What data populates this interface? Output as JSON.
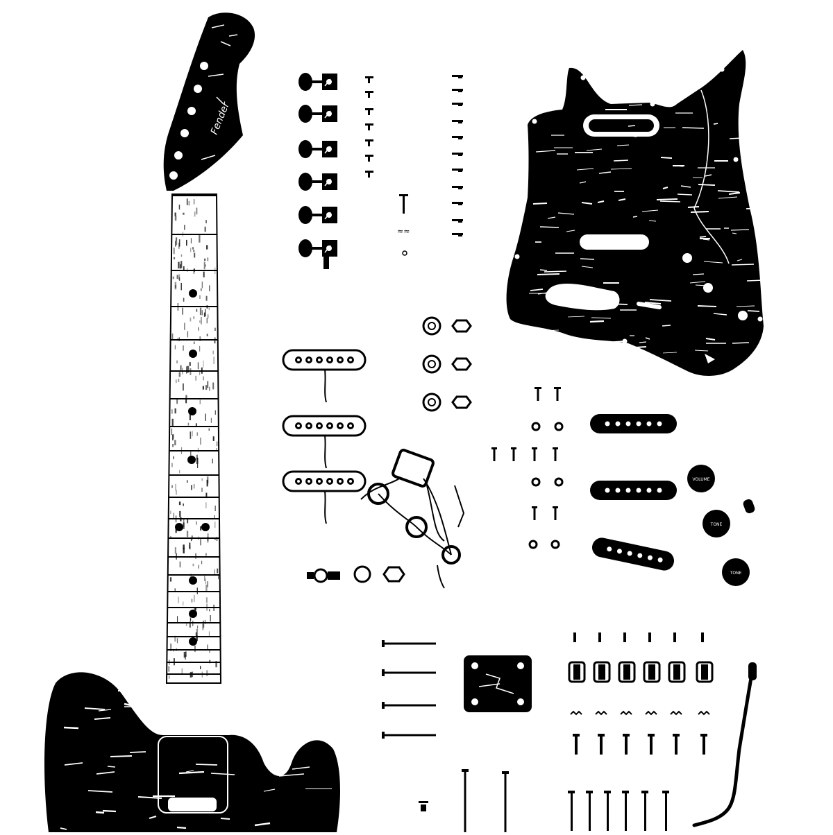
{
  "artwork": {
    "style": "high-contrast black and white distressed print",
    "ink_color": "#000000",
    "paper_color": "#ffffff",
    "headstock_logo_text": "Fender",
    "knob_labels": [
      "VOLUME",
      "TONE",
      "TONE"
    ]
  },
  "parts": {
    "tuner_count": 6,
    "string_tree_screw_count": 12,
    "pickguard_screw_count": 11,
    "pickup_count": 3,
    "pot_nut_count": 6,
    "pickup_cover_count": 3,
    "knob_count": 3,
    "neckplate_screw_count": 4,
    "saddle_count": 6,
    "saddle_spring_count": 6,
    "saddle_screw_count": 6,
    "trem_claw_screw_count": 6
  }
}
